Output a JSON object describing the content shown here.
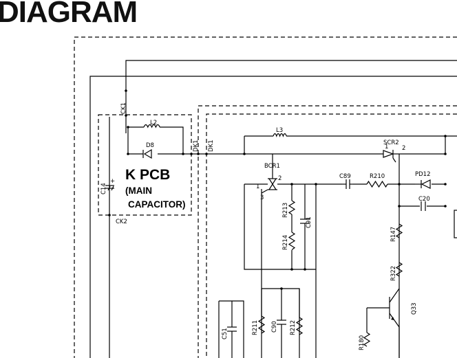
{
  "title": "DIAGRAM",
  "board": {
    "name": "K PCB",
    "description_line1": "(MAIN",
    "description_line2": "CAPACITOR)"
  },
  "connectors": {
    "ck1": "CK1",
    "ck2": "CK2",
    "dk1_a": "DK1",
    "dk1_b": "DK1"
  },
  "components": {
    "l2": "L2",
    "d8": "D8",
    "c14": "C14",
    "l3": "L3",
    "scr2": "SCR2",
    "bcr1": "BCR1",
    "c89": "C89",
    "r210": "R210",
    "pd12": "PD12",
    "c20": "C20",
    "r213": "R213",
    "c91": "C91",
    "r214": "R214",
    "r147": "R147",
    "r322": "R322",
    "q33": "Q33",
    "c51": "C51",
    "r211": "R211",
    "c90": "C90",
    "r212": "R212",
    "r180": "R180"
  }
}
